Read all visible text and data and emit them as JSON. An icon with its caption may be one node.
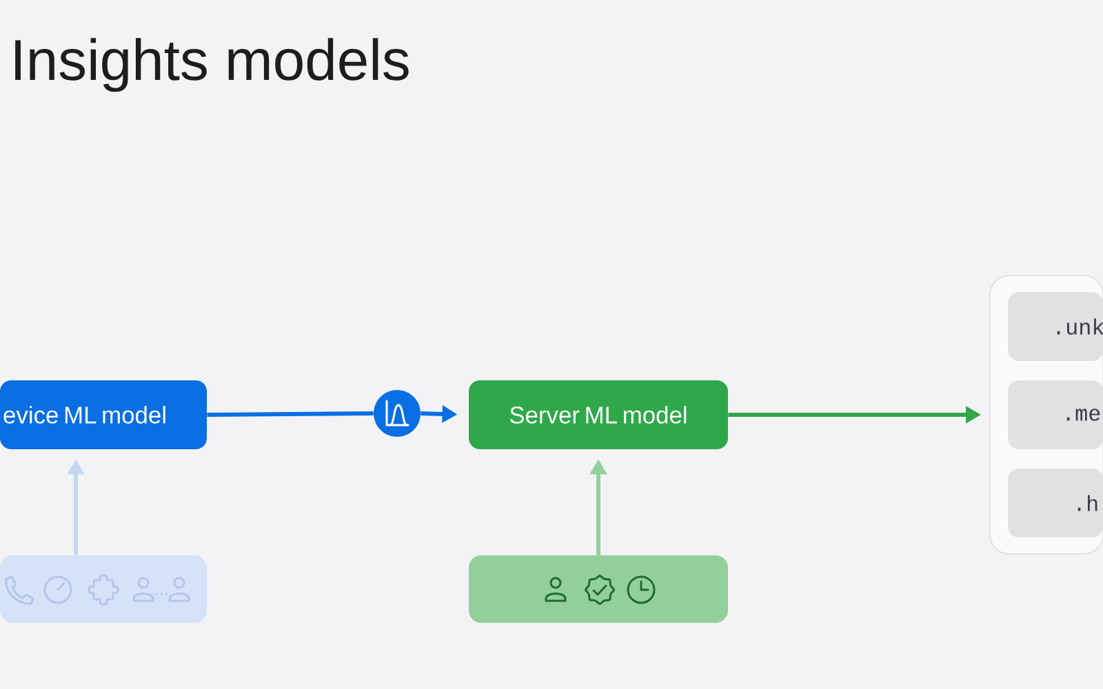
{
  "diagram": {
    "title": "Insights models",
    "nodes": [
      {
        "text": [
          "evice ML model"
        ]
      },
      {
        "text": [],
        "shape": "circle"
      },
      {
        "text": [
          "Server ML model"
        ]
      },
      {
        "text": [],
        "shape": "box"
      },
      {
        "text": [],
        "shape": "box"
      },
      {
        "text": [],
        "shape": "box"
      },
      {
        "text": [
          ".unk"
        ],
        "in": 5
      },
      {
        "text": [
          ".me"
        ],
        "in": 5
      },
      {
        "text": [
          ".h"
        ],
        "in": 5
      }
    ],
    "edges": [
      {
        "from": 0,
        "to": 1,
        "arrow": "none",
        "color": "#0a6fe3"
      },
      {
        "from": 1,
        "to": 2,
        "arrow": "to",
        "color": "#0a6fe3"
      },
      {
        "from": 2,
        "to": 5,
        "arrow": "to",
        "color": "#2fa84a"
      },
      {
        "from": 3,
        "to": 0,
        "arrow": "to",
        "color": "#c6d6f2"
      },
      {
        "from": 4,
        "to": 2,
        "arrow": "to",
        "color": "#93cf9b"
      }
    ]
  }
}
